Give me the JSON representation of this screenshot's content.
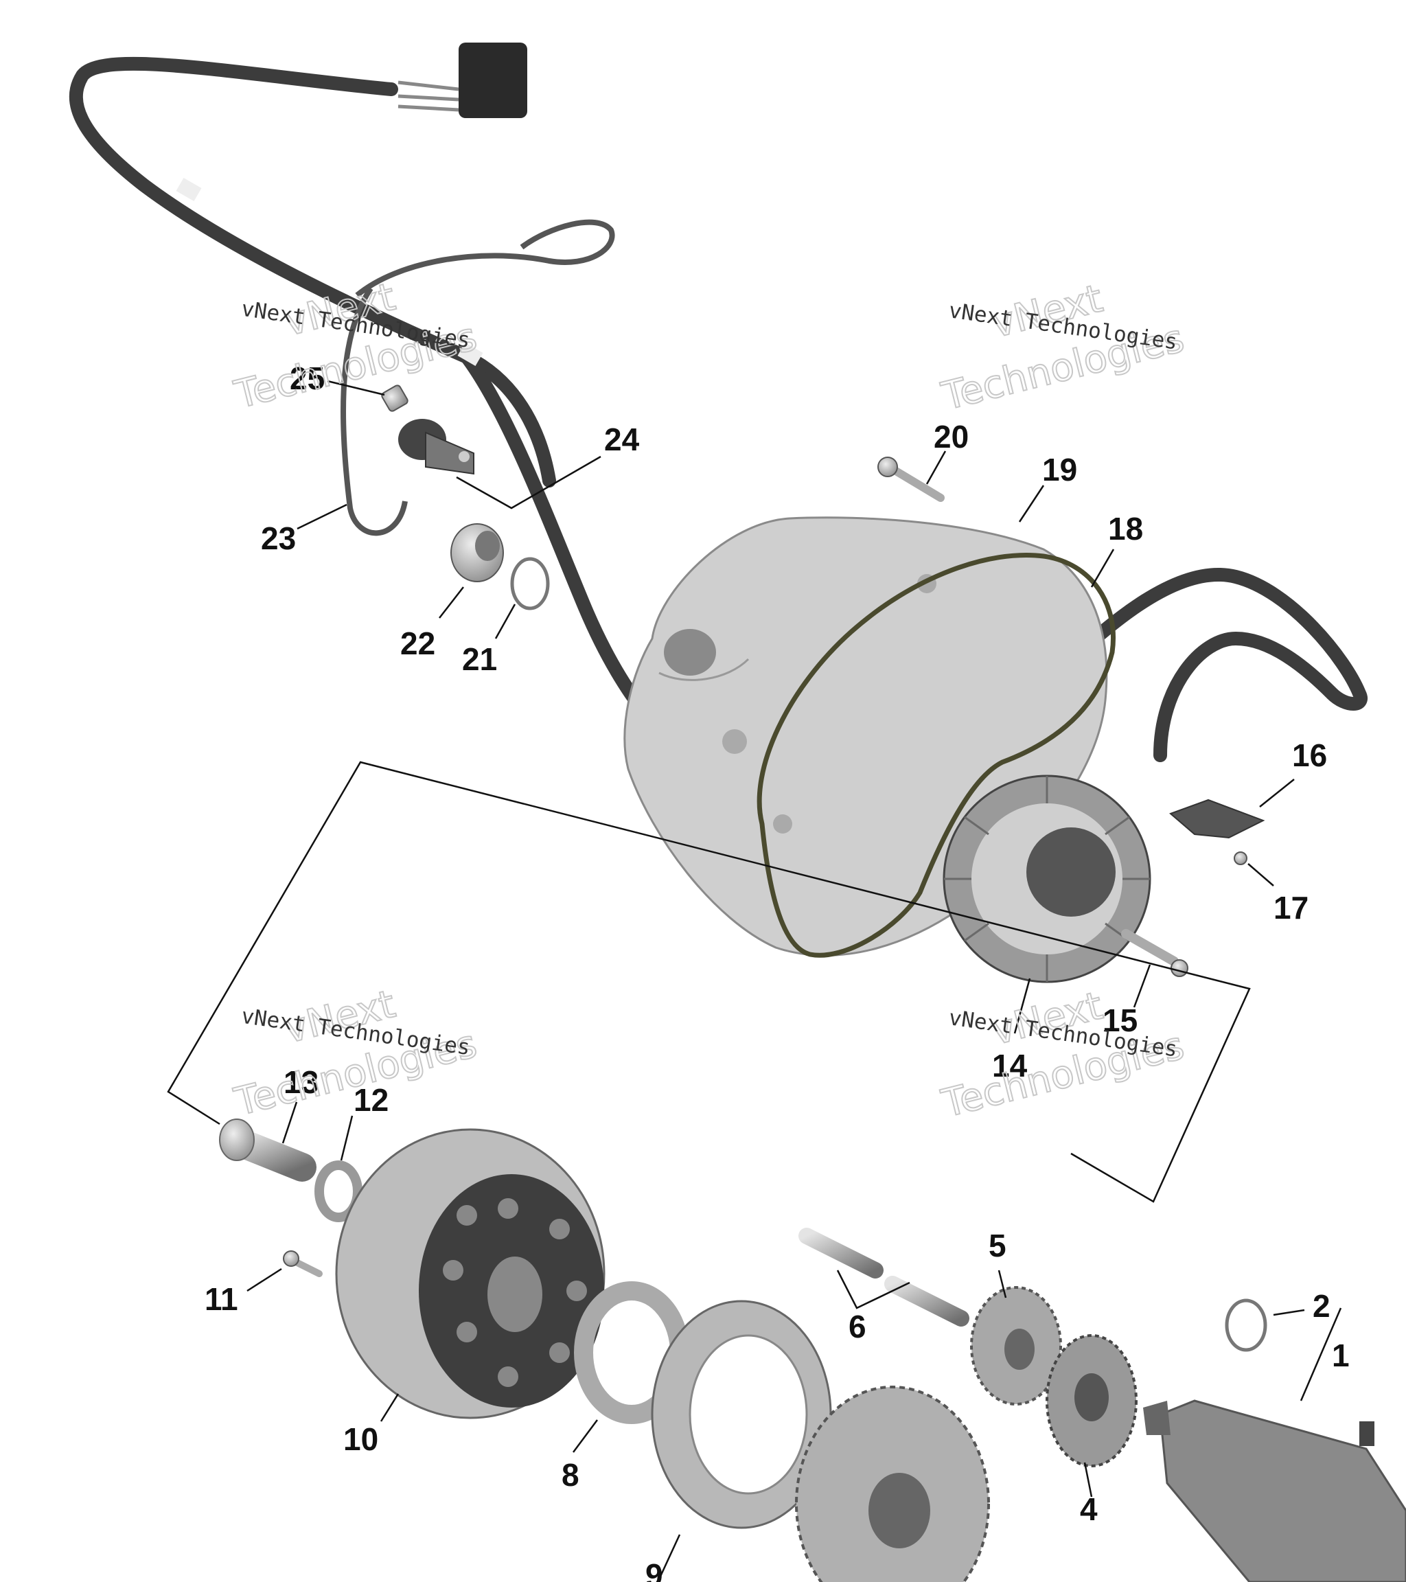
{
  "diagram": {
    "callouts": [
      "1",
      "2",
      "4",
      "5",
      "6",
      "8",
      "9",
      "10",
      "11",
      "12",
      "13",
      "14",
      "15",
      "16",
      "17",
      "18",
      "19",
      "20",
      "21",
      "22",
      "23",
      "24",
      "25"
    ],
    "watermark": {
      "line_a": "vNext",
      "line_b": "Technologies",
      "line_small": "vNext Technologies"
    }
  },
  "colors": {
    "metal": "#c9c9c9",
    "metal_dark": "#7a7a7a",
    "harness": "#3c3c3c",
    "gasket": "#4a4a2e"
  }
}
